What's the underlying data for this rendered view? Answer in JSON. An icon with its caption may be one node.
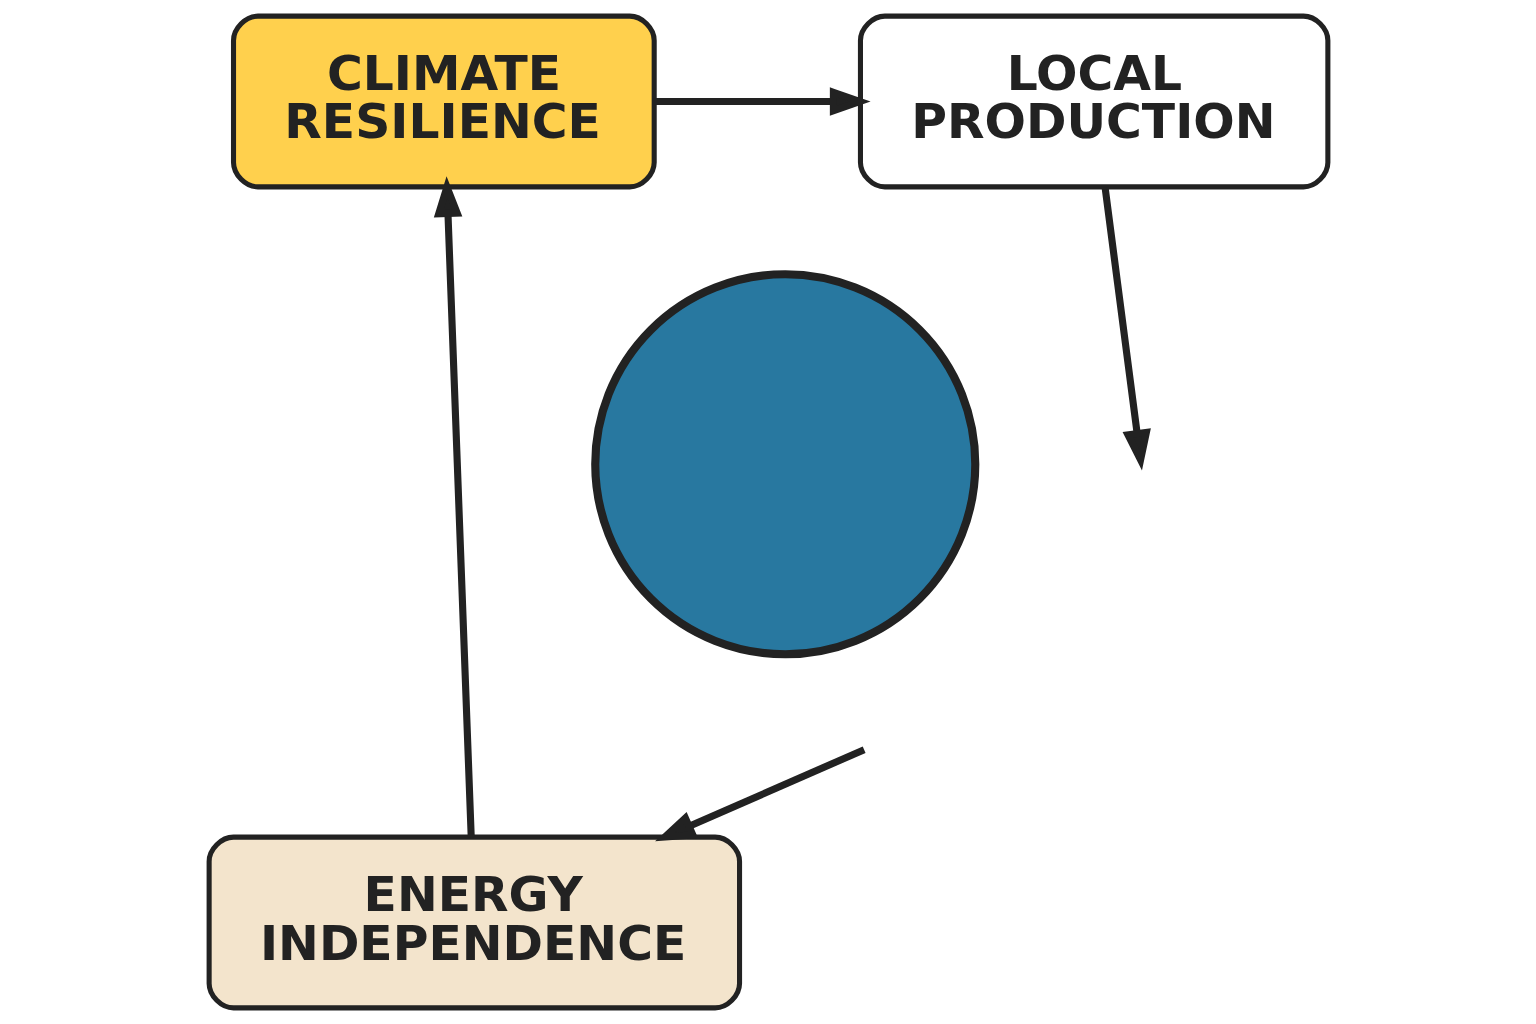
{
  "diagram": {
    "nodes": [
      {
        "text": [
          "CLIMATE RESILIENCE"
        ]
      },
      {
        "text": [
          "LOCAL PRODUCTION"
        ]
      },
      {
        "text": [
          "ENERGY INDEPENDENCE"
        ]
      },
      {
        "text": [],
        "shape": "circle"
      }
    ],
    "edges": [
      {
        "from": 0,
        "to": 1,
        "arrow": "to"
      },
      {
        "from": 1,
        "to": null,
        "arrow": "to"
      },
      {
        "from": null,
        "to": 2,
        "arrow": "to"
      },
      {
        "from": 2,
        "to": 0,
        "arrow": "to"
      }
    ]
  }
}
